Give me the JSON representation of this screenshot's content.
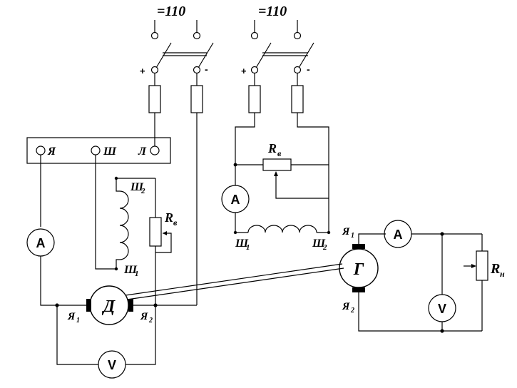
{
  "supplies": [
    {
      "label": "=110",
      "plus": "+",
      "minus": "-"
    },
    {
      "label": "=110",
      "plus": "+",
      "minus": "-"
    }
  ],
  "terminal_board": {
    "terminals": [
      "Я",
      "Ш",
      "Л"
    ]
  },
  "motor": {
    "label": "Д",
    "brush_left": "Я",
    "brush_left_sub": "1",
    "brush_right": "Я",
    "brush_right_sub": "2"
  },
  "motor_field": {
    "top": "Ш",
    "top_sub": "2",
    "bottom": "Ш",
    "bottom_sub": "1"
  },
  "motor_rheostat": {
    "label": "R",
    "sub": "в"
  },
  "gen_rheostat": {
    "label": "R",
    "sub": "в"
  },
  "gen_field": {
    "left": "Ш",
    "left_sub": "1",
    "right": "Ш",
    "right_sub": "2"
  },
  "generator": {
    "label": "Г",
    "brush_top": "Я",
    "brush_top_sub": "1",
    "brush_bottom": "Я",
    "brush_bottom_sub": "2"
  },
  "load": {
    "label": "R",
    "sub": "н"
  },
  "meters": {
    "ammeter": "A",
    "voltmeter": "V"
  }
}
